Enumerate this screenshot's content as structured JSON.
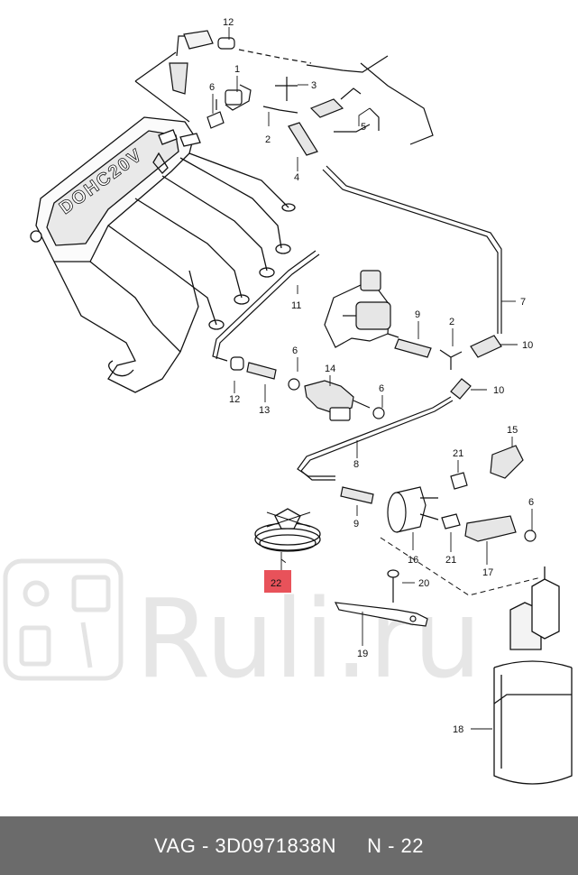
{
  "diagram": {
    "engine_label": "DOHC20V",
    "callouts": [
      "1",
      "2",
      "3",
      "4",
      "5",
      "6",
      "7",
      "8",
      "9",
      "10",
      "11",
      "12",
      "13",
      "14",
      "15",
      "16",
      "17",
      "18",
      "19",
      "20",
      "21",
      "22"
    ],
    "highlighted_part": "22",
    "highlight_color": "#e8525a"
  },
  "watermark": {
    "text": "Ruli.ru",
    "color": "#e6e6e6"
  },
  "footer": {
    "part_number": "VAG - 3D0971838N",
    "position": "N - 22",
    "background": "#6b6b6b"
  }
}
